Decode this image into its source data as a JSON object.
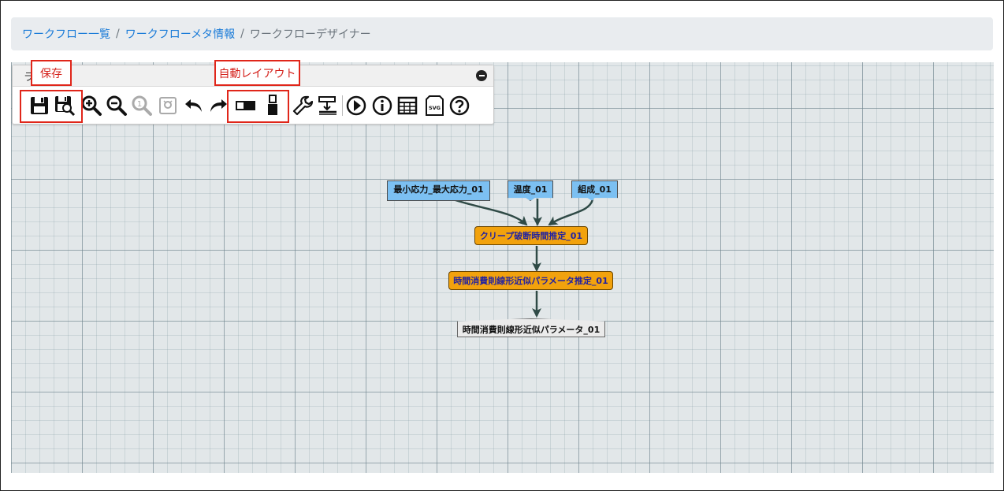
{
  "breadcrumb": {
    "items": [
      {
        "label": "ワークフロー一覧"
      },
      {
        "label": "ワークフローメタ情報"
      }
    ],
    "current": "ワークフローデザイナー"
  },
  "toolbar": {
    "header_text": "ラ",
    "buttons": [
      {
        "name": "save",
        "icon": "floppy-disk-icon"
      },
      {
        "name": "save-as",
        "icon": "floppy-disk-search-icon"
      },
      {
        "name": "zoom-in",
        "icon": "zoom-in-icon"
      },
      {
        "name": "zoom-out",
        "icon": "zoom-out-icon"
      },
      {
        "name": "zoom-reset",
        "icon": "zoom-actual-icon",
        "disabled": true
      },
      {
        "name": "fit",
        "icon": "fit-icon",
        "disabled": true
      },
      {
        "name": "undo",
        "icon": "undo-icon"
      },
      {
        "name": "redo",
        "icon": "redo-icon"
      },
      {
        "name": "layout-horizontal",
        "icon": "layout-horizontal-icon"
      },
      {
        "name": "layout-vertical",
        "icon": "layout-vertical-icon"
      },
      {
        "name": "settings",
        "icon": "wrench-icon"
      },
      {
        "name": "align",
        "icon": "align-icon"
      },
      {
        "name": "run",
        "icon": "play-icon"
      },
      {
        "name": "info",
        "icon": "info-icon"
      },
      {
        "name": "table",
        "icon": "table-icon"
      },
      {
        "name": "export-svg",
        "icon": "svg-file-icon",
        "text": "SVG"
      },
      {
        "name": "help",
        "icon": "help-icon"
      }
    ]
  },
  "callouts": {
    "save_label": "保存",
    "auto_layout_label": "自動レイアウト"
  },
  "workflow": {
    "inputs": [
      "最小応力_最大応力_01",
      "温度_01",
      "組成_01"
    ],
    "processes": [
      "クリープ破断時間推定_01",
      "時間消費則線形近似パラメータ推定_01"
    ],
    "output": "時間消費則線形近似パラメータ_01"
  },
  "colors": {
    "input_node": "#7cc0f2",
    "process_node": "#f2a20d",
    "output_node": "#ebebeb",
    "edge": "#2f4a46",
    "callout": "#e0261a",
    "link": "#1a7bd8"
  }
}
